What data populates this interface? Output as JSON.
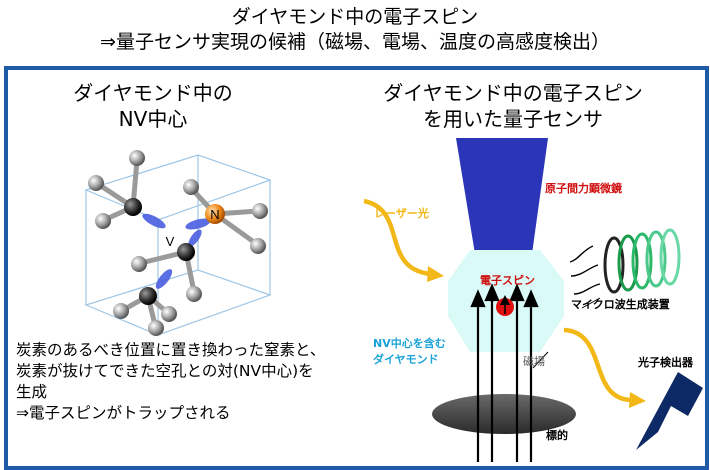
{
  "header": {
    "line1": "ダイヤモンド中の電子スピン",
    "line2": "⇒量子センサ実現の候補（磁場、電場、温度の高感度検出）"
  },
  "left": {
    "title_line1": "ダイヤモンド中の",
    "title_line2": "NV中心",
    "atom_label_n": "N",
    "atom_label_v": "V",
    "desc_line1": "炭素のあるべき位置に置き換わった窒素と、",
    "desc_line2": "炭素が抜けてできた空孔との対(NV中心)を",
    "desc_line3": "生成",
    "desc_line4": "⇒電子スピンがトラップされる"
  },
  "right": {
    "title_line1": "ダイヤモンド中の電子スピン",
    "title_line2": "を用いた量子センサ",
    "afm_label": "原子間力顕微鏡",
    "laser_label": "レーザー光",
    "spin_label": "電子スピン",
    "microwave_label": "マイクロ波生成装置",
    "nv_label_line1": "NV中心を含む",
    "nv_label_line2": "ダイヤモンド",
    "field_label": "磁場",
    "detector_label": "光子検出器",
    "target_label": "標的"
  },
  "colors": {
    "frame": "#1f5aa6",
    "afm_tip": "#2b35b8",
    "laser": "#f2b818",
    "diamond": "#d9faf6",
    "spin": "#e01010",
    "detector": "#0e2a66",
    "red_label": "#d01010",
    "cyan_label": "#1aa3d9"
  }
}
